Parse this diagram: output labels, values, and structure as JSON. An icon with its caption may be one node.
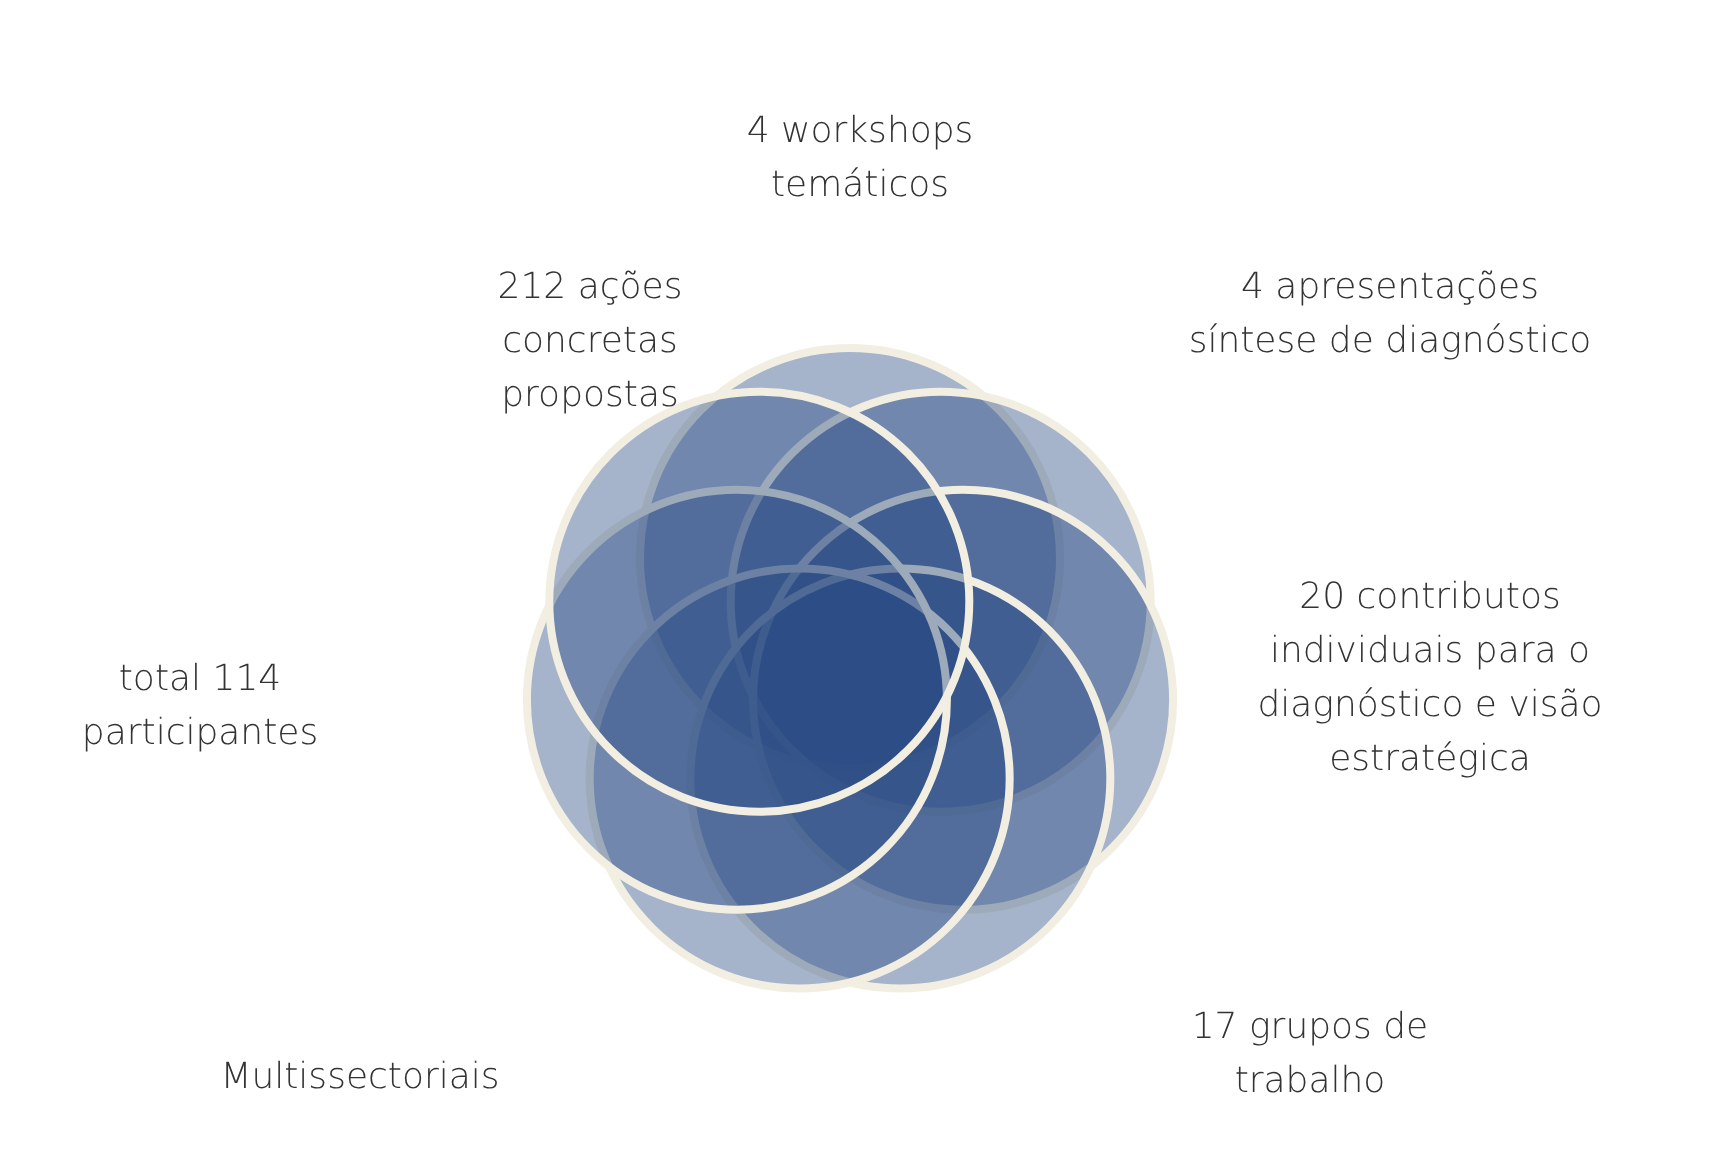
{
  "diagram": {
    "labels": [
      "4 workshops temáticos",
      "212 ações concretas propostas",
      "4 apresentações síntese de diagnóstico",
      "total 114 participantes",
      "20 contributos individuais para o diagnóstico e visão estratégica",
      "Multissectoriais",
      "17 grupos de trabalho"
    ]
  }
}
